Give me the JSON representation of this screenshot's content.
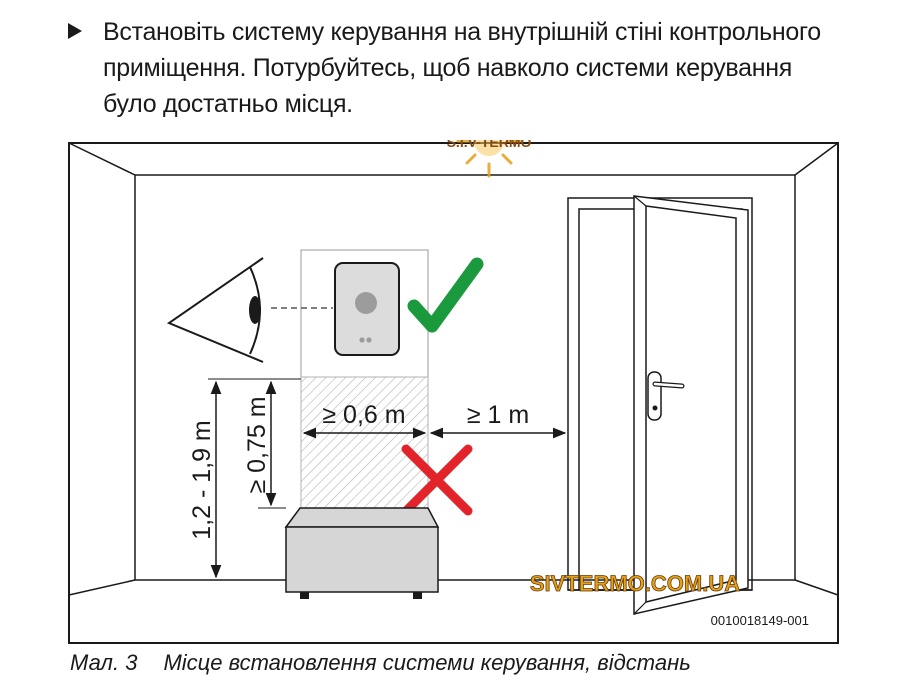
{
  "instruction": {
    "text": "Встановіть систему керування на внутрішній стіні контрольного\nприміщення. Потурбуйтесь, щоб навколо системи керування\nбуло достатньо місця."
  },
  "figure": {
    "dim_height_range": "1,2 - 1,9 m",
    "dim_min_height": "≥ 0,75 m",
    "dim_width": "≥ 0,6 m",
    "dim_door": "≥ 1 m",
    "image_code": "0010018149-001",
    "watermark_top": "S.I.V-TERMO",
    "watermark_bottom": "SIVTERMO.COM.UA",
    "colors": {
      "check": "#1a9a3c",
      "cross": "#e3232a",
      "line": "#1a1a1a",
      "device_body": "#dcdcdc",
      "device_knob": "#9c9c9c",
      "furniture": "#d6d6d6",
      "watermark": "#e3a019"
    }
  },
  "caption": {
    "label": "Мал. 3",
    "text": "Місце встановлення системи керування, відстань"
  }
}
